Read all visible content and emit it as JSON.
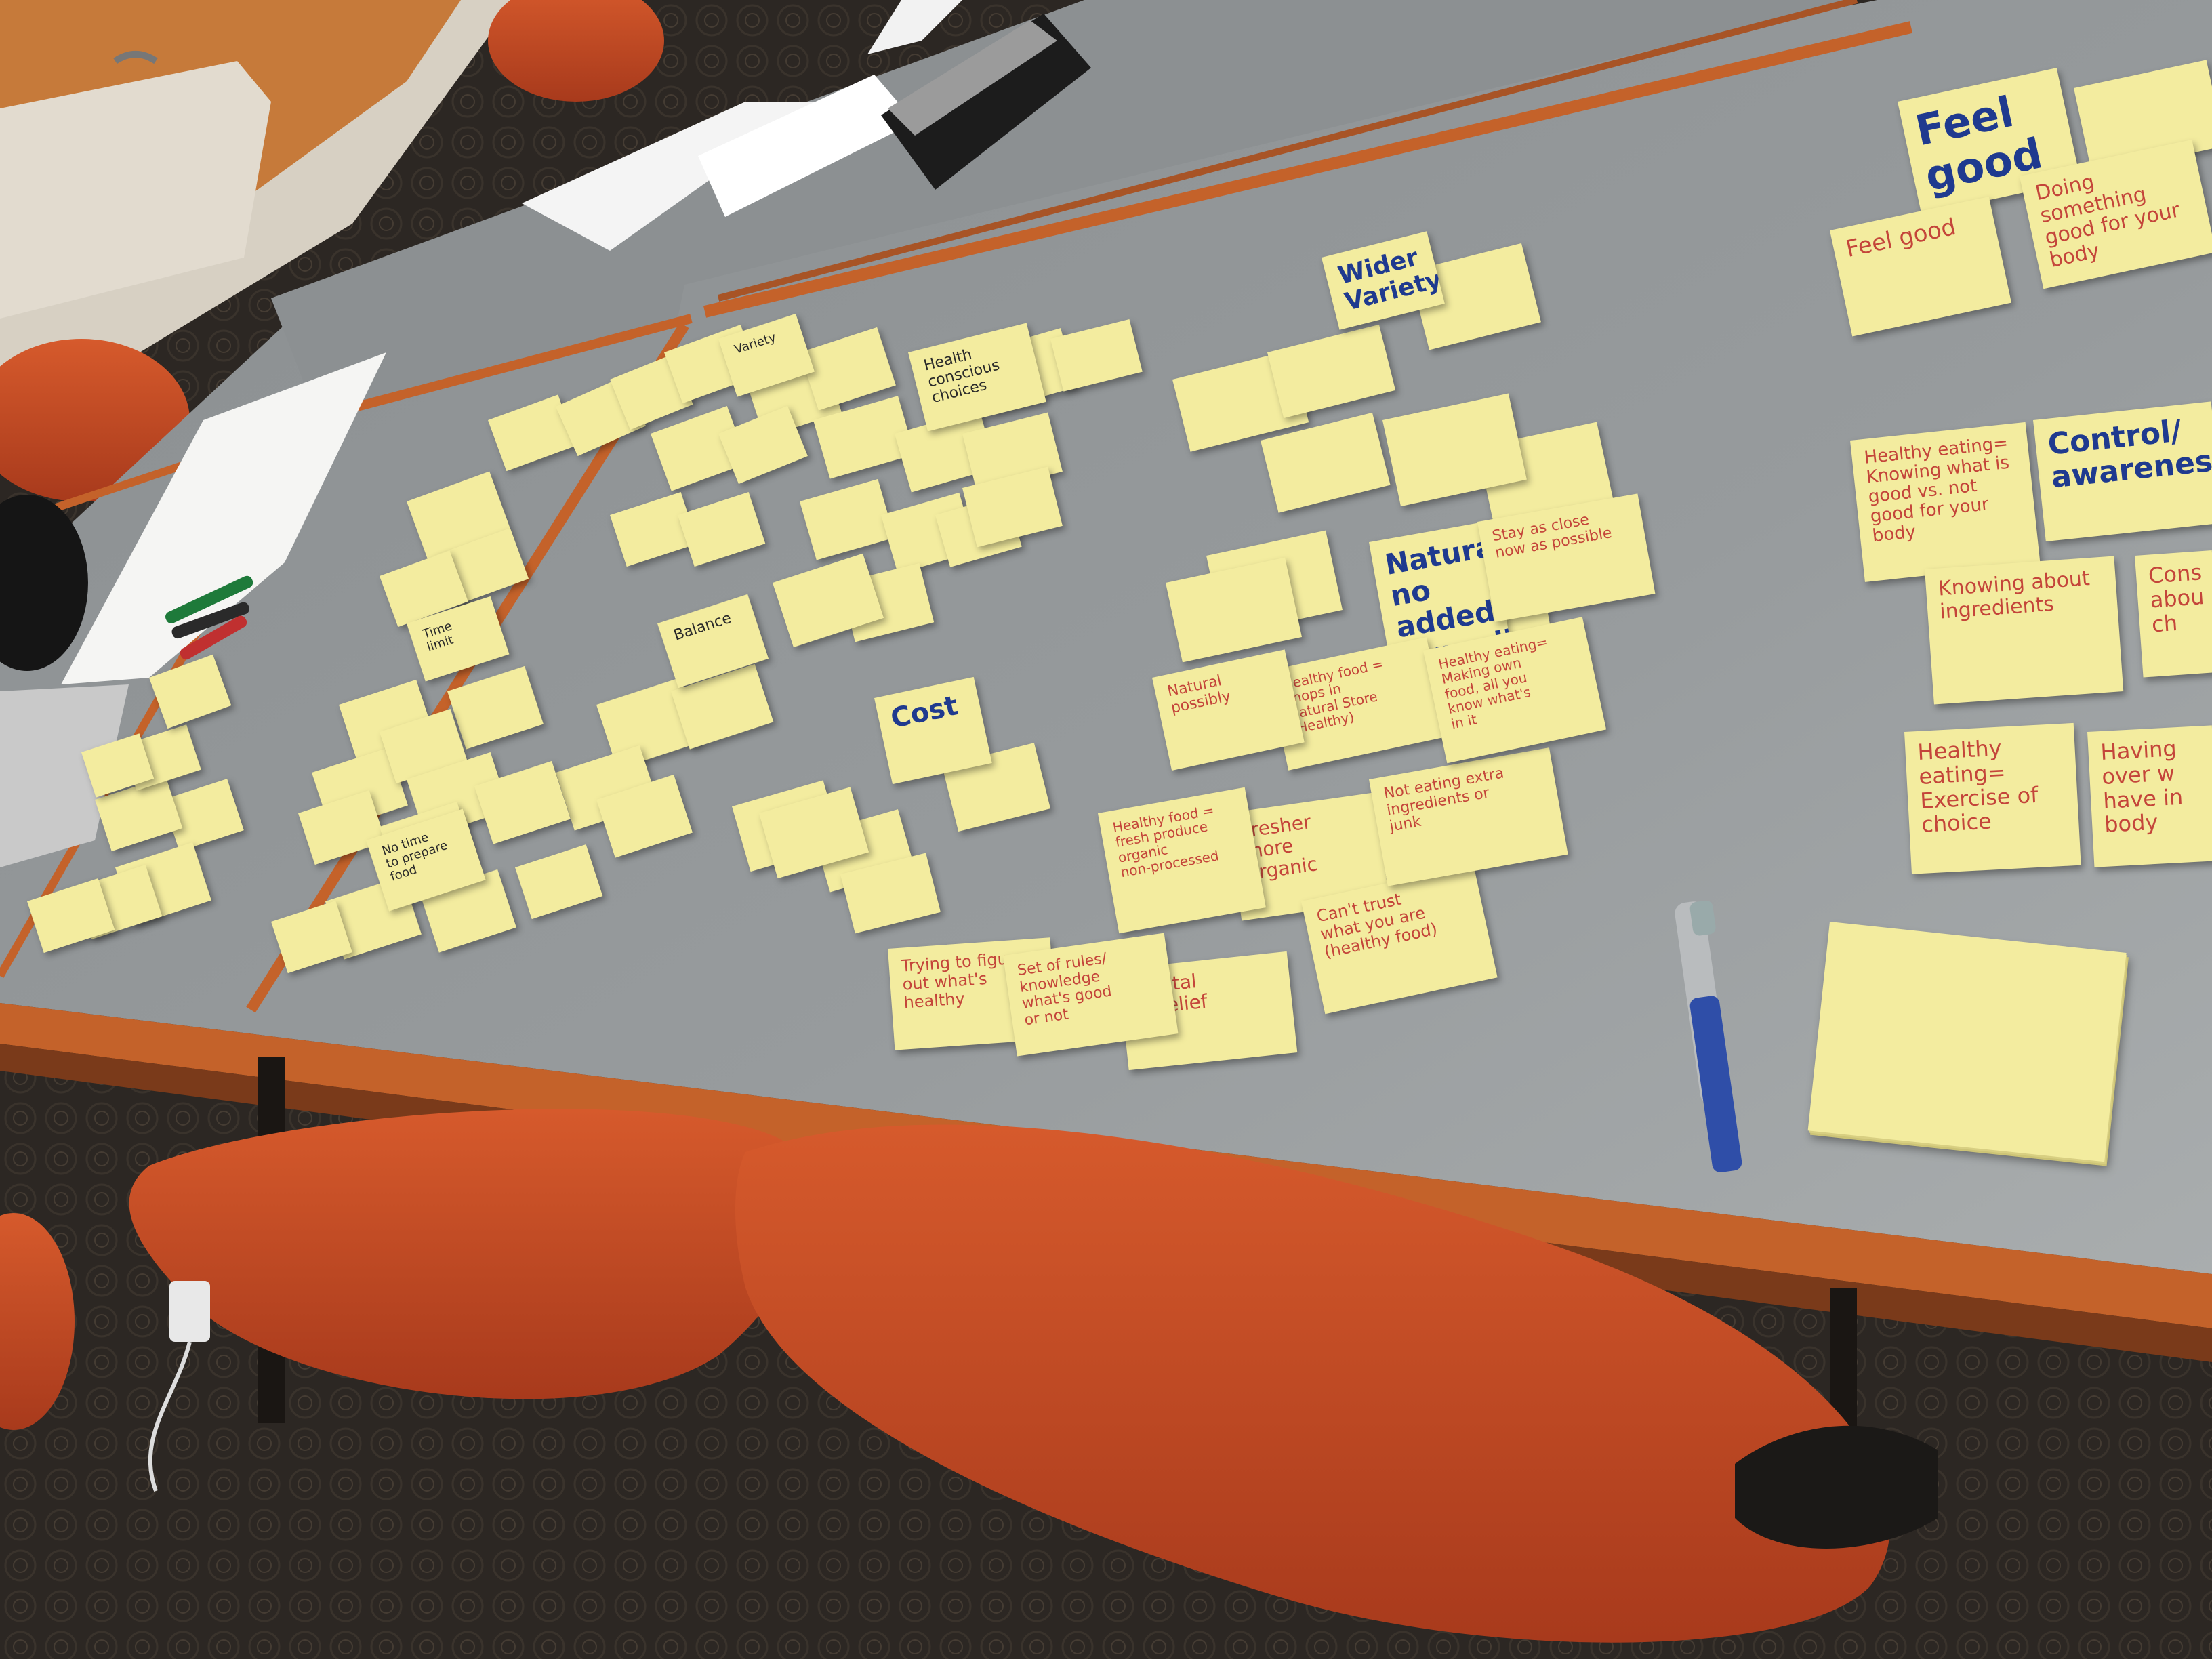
{
  "colors": {
    "table_top": "#8e9294",
    "table_edge": "#c4622a",
    "chair": "#c94a25",
    "sticky": "#f3ec9f",
    "carpet": "#2c2723",
    "wall": "#d9d2c6",
    "cabinet": "#c87b3a"
  },
  "notes": [
    {
      "id": "feel-good-header",
      "text": "Feel\ngood",
      "style": "blue"
    },
    {
      "id": "feel-good",
      "text": "Feel good",
      "style": "red"
    },
    {
      "id": "good-for-body",
      "text": "Doing something\ngood for your\nbody",
      "style": "red"
    },
    {
      "id": "wider-variety",
      "text": "Wider\nVariety",
      "style": "blue"
    },
    {
      "id": "control-awareness",
      "text": "Control/\nawareness",
      "style": "blue"
    },
    {
      "id": "knowing-good",
      "text": "Healthy eating=\nKnowing what is\ngood vs. not\ngood for your\nbody",
      "style": "red"
    },
    {
      "id": "knowing-ingredients",
      "text": "Knowing about\ningredients",
      "style": "red"
    },
    {
      "id": "exercise-choice",
      "text": "Healthy eating=\nExercise of\nchoice",
      "style": "red"
    },
    {
      "id": "having-over",
      "text": "Having\nover w\nhave in\nbody",
      "style": "red"
    },
    {
      "id": "cons-partial",
      "text": "Cons\nabou\nch",
      "style": "red"
    },
    {
      "id": "natural",
      "text": "Natural-\nno\nadded\ningredients",
      "style": "blue"
    },
    {
      "id": "cost",
      "text": "Cost",
      "style": "blue"
    },
    {
      "id": "mental",
      "text": "Mental\nto relief",
      "style": "red"
    },
    {
      "id": "fresher",
      "text": "Fresher\nmore organic",
      "style": "red"
    },
    {
      "id": "cant-trust",
      "text": "Can't trust\nwhat you are\n(healthy food)",
      "style": "red"
    },
    {
      "id": "not-eating-extra",
      "text": "Not eating extra\ningredients or\njunk",
      "style": "red"
    },
    {
      "id": "healthy-food-shops",
      "text": "Healthy food =\nshops in\nNatural Store\n(Healthy)",
      "style": "red"
    },
    {
      "id": "healthy-eating-making",
      "text": "Healthy eating=\nMaking own\nfood, all you\nknow what's\nin it",
      "style": "red"
    },
    {
      "id": "trying-to-figure",
      "text": "Trying to figure\nout what's\nhealthy",
      "style": "red"
    },
    {
      "id": "healthy-fresh",
      "text": "Healthy food =\nfresh produce\norganic\nnon-processed",
      "style": "red"
    },
    {
      "id": "set-of-rules",
      "text": "Set of rules/\nknowledge\nwhat's good\nor not",
      "style": "red"
    },
    {
      "id": "health-conscious",
      "text": "Health\nconscious\nchoices",
      "style": "black"
    },
    {
      "id": "balance",
      "text": "Balance",
      "style": "black"
    },
    {
      "id": "no-time",
      "text": "No time\nto prepare\nfood",
      "style": "black"
    },
    {
      "id": "variety",
      "text": "Variety",
      "style": "black"
    },
    {
      "id": "time-limit",
      "text": "Time\nlimit",
      "style": "black"
    },
    {
      "id": "natural-possibly",
      "text": "Natural\npossibly",
      "style": "red"
    },
    {
      "id": "stay-as-close",
      "text": "Stay as close\nnow as possible",
      "style": "red"
    }
  ],
  "objects": {
    "marker": {
      "name": "blue-marker"
    },
    "pad": {
      "name": "sticky-pad"
    }
  }
}
